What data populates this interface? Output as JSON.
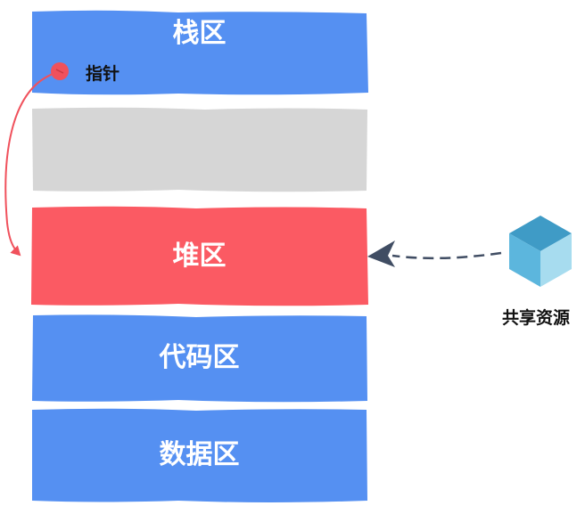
{
  "blocks": {
    "stack": {
      "label": "栈区"
    },
    "gap": {
      "label": ""
    },
    "heap": {
      "label": "堆区"
    },
    "code": {
      "label": "代码区"
    },
    "data": {
      "label": "数据区"
    }
  },
  "pointer": {
    "label": "指针"
  },
  "shared_resource": {
    "label": "共享资源",
    "icon": "cube-icon"
  },
  "colors": {
    "blue": "#5590F2",
    "gray": "#D6D6D6",
    "heap_red": "#FB5A63",
    "pointer_red": "#F0515C",
    "arrow_dark": "#404D63",
    "cube_top": "#3F9BC6",
    "cube_left": "#5CB6DD",
    "cube_right": "#A7DCEF"
  }
}
